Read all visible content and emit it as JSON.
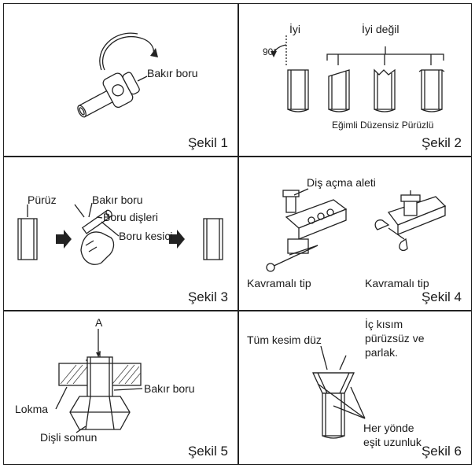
{
  "figures": [
    {
      "caption": "Şekil 1",
      "labels": {
        "copper_pipe": "Bakır boru"
      }
    },
    {
      "caption": "Şekil 2",
      "labels": {
        "good": "İyi",
        "not_good": "İyi değil",
        "angle": "90°",
        "defects": "Eğimli Düzensiz Pürüzlü"
      }
    },
    {
      "caption": "Şekil 3",
      "labels": {
        "burr": "Pürüz",
        "copper_pipe": "Bakır boru",
        "pipe_threads": "Boru dişleri",
        "pipe_cutter": "Boru kesici"
      }
    },
    {
      "caption": "Şekil 4",
      "labels": {
        "flaring_tool": "Diş açma aleti",
        "clutch_type_1": "Kavramalı tip",
        "clutch_type_2": "Kavramalı tip"
      }
    },
    {
      "caption": "Şekil 5",
      "labels": {
        "dimension_a": "A",
        "copper_pipe": "Bakır boru",
        "die": "Lokma",
        "flare_nut": "Dişli somun"
      }
    },
    {
      "caption": "Şekil 6",
      "labels": {
        "whole_cut_flat": "Tüm kesim düz",
        "inside_line1": "İç kısım",
        "inside_line2": "pürüzsüz ve",
        "inside_line3": "parlak.",
        "equal_line1": "Her yönde",
        "equal_line2": "eşit uzunluk"
      }
    }
  ]
}
